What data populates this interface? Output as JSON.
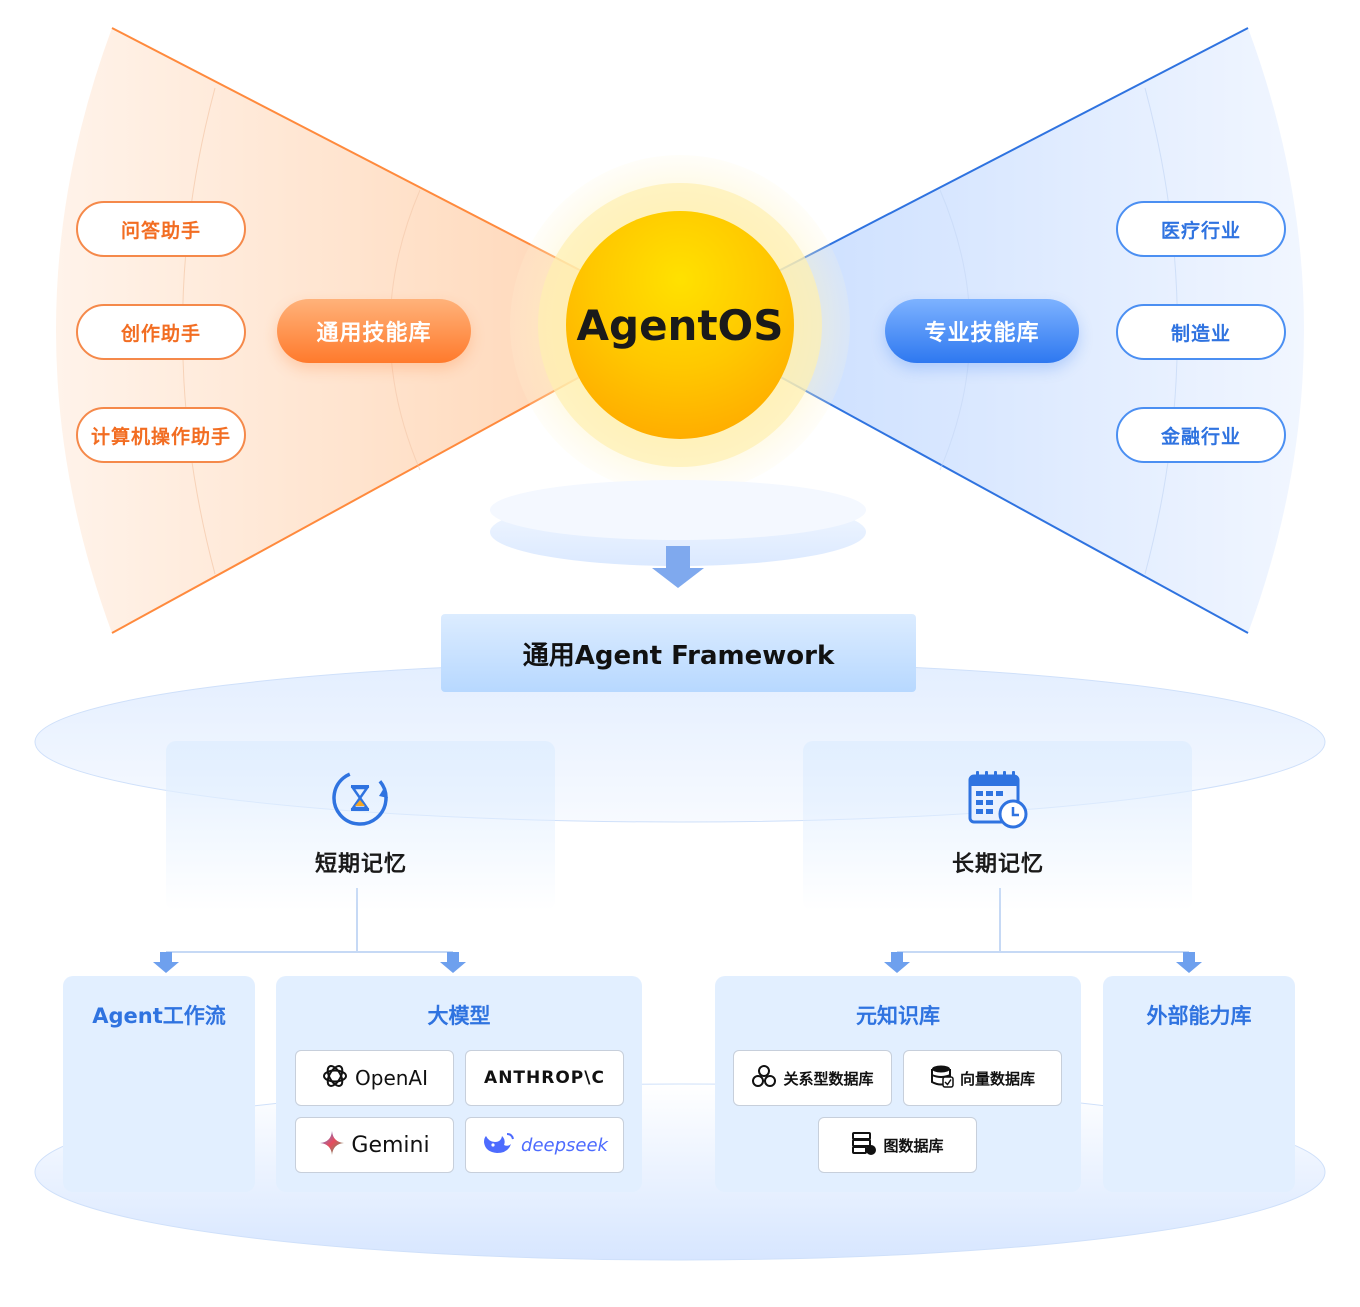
{
  "center": {
    "title": "AgentOS"
  },
  "left_wing": {
    "label": "通用技能库",
    "items": [
      "问答助手",
      "创作助手",
      "计算机操作助手"
    ],
    "accent": "#f26d22"
  },
  "right_wing": {
    "label": "专业技能库",
    "items": [
      "医疗行业",
      "制造业",
      "金融行业"
    ],
    "accent": "#2f73e0"
  },
  "framework": {
    "title": "通用Agent Framework"
  },
  "memory": {
    "short": {
      "title": "短期记忆",
      "icon": "hourglass-clock-icon",
      "children": [
        {
          "title": "Agent工作流"
        },
        {
          "title": "大模型",
          "models": [
            {
              "name": "OpenAI",
              "icon": "openai-logo-icon"
            },
            {
              "name": "ANTHROP\\C",
              "icon": "anthropic-logo-icon"
            },
            {
              "name": "Gemini",
              "icon": "gemini-sparkle-icon"
            },
            {
              "name": "deepseek",
              "icon": "deepseek-whale-icon"
            }
          ]
        }
      ]
    },
    "long": {
      "title": "长期记忆",
      "icon": "calendar-clock-icon",
      "children": [
        {
          "title": "元知识库",
          "databases": [
            {
              "name": "关系型数据库",
              "icon": "cubes-icon"
            },
            {
              "name": "向量数据库",
              "icon": "database-icon"
            },
            {
              "name": "图数据库",
              "icon": "server-icon"
            }
          ]
        },
        {
          "title": "外部能力库"
        }
      ]
    }
  }
}
